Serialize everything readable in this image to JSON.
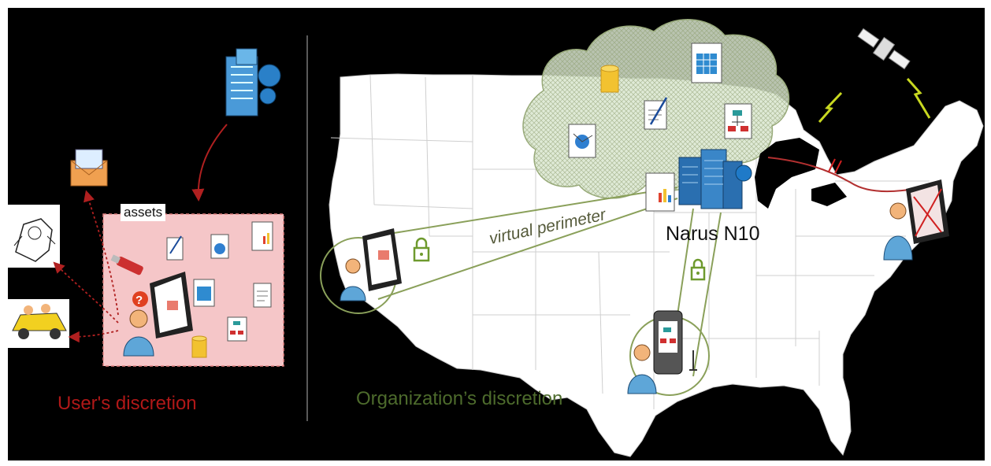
{
  "labels": {
    "assets": "assets",
    "user_discretion": "User's discretion",
    "org_discretion": "Organization’s discretion",
    "virtual_perimeter": "virtual perimeter",
    "server": "Narus N10"
  },
  "colors": {
    "background": "#000000",
    "map": "#ffffff",
    "user_zone": "#f5c6c8",
    "user_text": "#b01818",
    "org_text": "#4d6b2c",
    "perimeter_line": "#8aa05a",
    "arrow": "#b02020",
    "lock": "#6e9a2e"
  },
  "icons": [
    "building-icon",
    "email-icon",
    "robot-sketch-icon",
    "cartoon-car-icon",
    "usb-drive-icon",
    "document-icon",
    "table-icon",
    "database-icon",
    "flowchart-icon",
    "satellite-icon",
    "lock-icon",
    "server-icon",
    "laptop-icon",
    "mobile-phone-icon",
    "user-icon",
    "cloud-icon"
  ]
}
